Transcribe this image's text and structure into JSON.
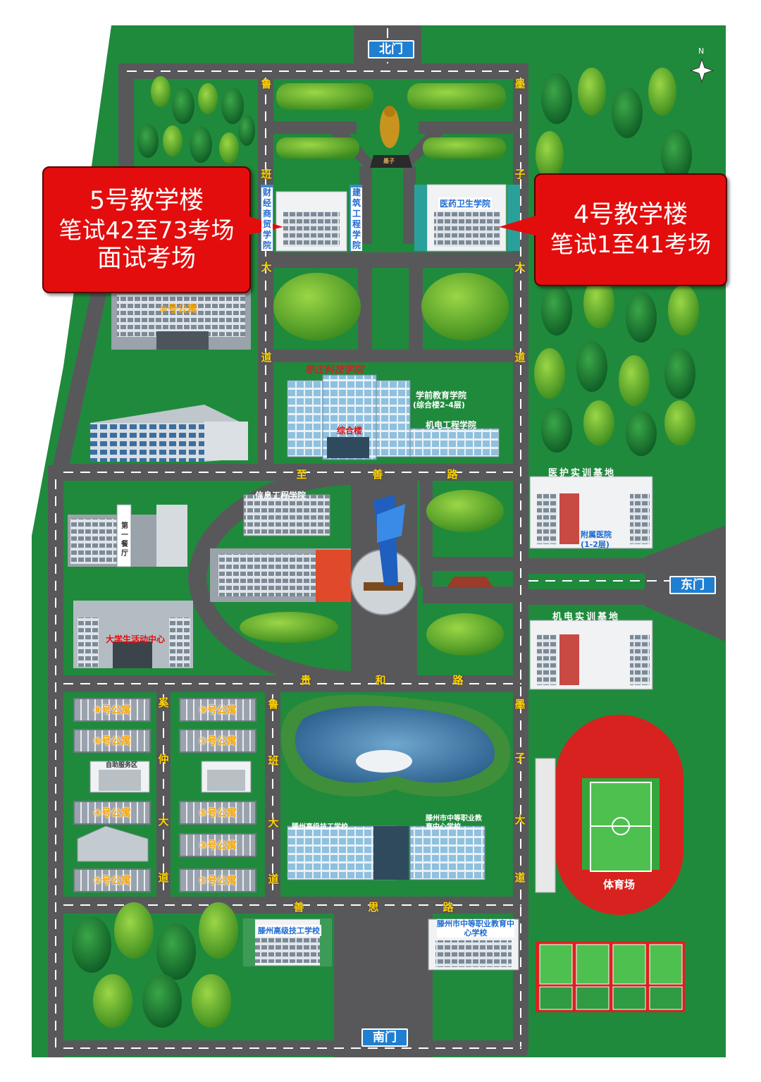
{
  "gates": {
    "north": "北门",
    "south": "南门",
    "east": "东门"
  },
  "callouts": {
    "left": {
      "line1": "5号教学楼",
      "line2": "笔试42至73考场",
      "line3": "面试考场"
    },
    "right": {
      "line1": "4号教学楼",
      "line2": "笔试1至41考场"
    }
  },
  "roads": {
    "lu_ban_left": [
      "鲁",
      "班",
      "大",
      "道"
    ],
    "mo_zi_right": [
      "墨",
      "子",
      "大",
      "道"
    ],
    "zhi_shan": [
      "至",
      "善",
      "路"
    ],
    "gui_he": [
      "贵",
      "和",
      "路"
    ],
    "shan_si": [
      "善",
      "思",
      "路"
    ],
    "lu_ban_south": [
      "鲁",
      "班",
      "大",
      "道"
    ],
    "mo_zi_south": [
      "墨",
      "子",
      "大",
      "道"
    ],
    "xi_zhong": [
      "奚",
      "仲",
      "大",
      "道"
    ]
  },
  "buildings": {
    "finance": "财经商贸学院",
    "architecture": "建筑工程学院",
    "medical": "医药卫生学院",
    "apt10": "⑩号公寓",
    "campus_name": "枣庄科技学院",
    "preschool": "学前教育学院",
    "preschool_note": "(综合楼2-4层)",
    "complex": "综合楼",
    "mech_college": "机电工程学院",
    "info_college": "信息工程学院",
    "canteen": "第一餐厅",
    "student_center": "大学生活动中心",
    "nursing_base": "医护实训基地",
    "hospital": "附属医院",
    "hospital_note": "(1-2层)",
    "mech_base": "机电实训基地",
    "apt8": "⑧号公寓",
    "apt9": "⑨号公寓",
    "apt6": "⑥号公寓",
    "apt7": "⑦号公寓",
    "self_service": "自助服务区",
    "apt4": "④号公寓",
    "apt5": "⑤号公寓",
    "apt3": "③号公寓",
    "apt2": "②号公寓",
    "apt1": "①号公寓",
    "tech_school": "滕州高级技工学校",
    "vocational_school": "滕州市中等职业教育中心学校",
    "stadium": "体育场",
    "statue": "墨子"
  },
  "compass": "N",
  "colors": {
    "grass": "#1f8a3c",
    "road": "#58585a",
    "callout": "#e30d0d",
    "gate": "#1f7fd1",
    "track": "#d8221f"
  }
}
